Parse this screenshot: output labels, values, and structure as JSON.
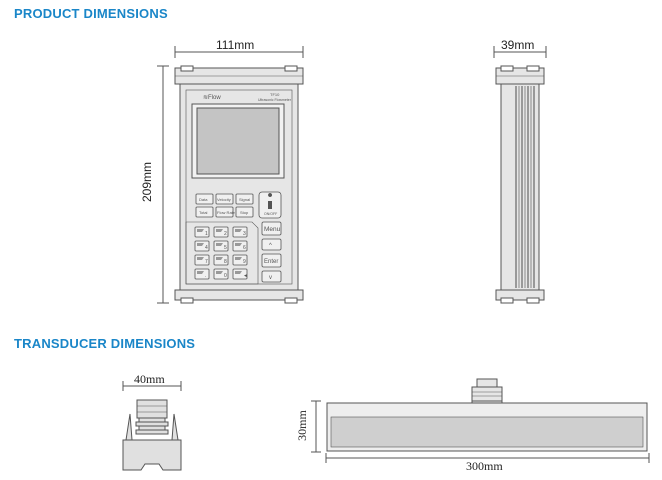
{
  "headings": {
    "product": "PRODUCT DIMENSIONS",
    "transducer": "TRANSDUCER DIMENSIONS"
  },
  "product": {
    "width_label": "111mm",
    "depth_label": "39mm",
    "height_label": "209mm",
    "device": {
      "brand": "≋Flow",
      "model": "TF10",
      "subtitle": "Ultrasonic Flowmeter",
      "func_keys_row1": [
        "Data",
        "Velocity",
        "Signal"
      ],
      "func_keys_row2": [
        "Total",
        "Flow Rate",
        "Stop"
      ],
      "power_label": "ON/OFF",
      "num_keys": [
        "1",
        "2",
        "3",
        "4",
        "5",
        "6",
        "7",
        "8",
        "9",
        ".",
        "0",
        "◄"
      ],
      "nav_keys": [
        "Menu",
        "^",
        "Enter",
        "v"
      ]
    }
  },
  "transducer": {
    "width_label": "40mm",
    "height_label": "30mm",
    "length_label": "300mm"
  },
  "colors": {
    "heading": "#1a86c8",
    "line": "#555555",
    "body_fill": "#e6e6e6",
    "screen_fill": "#c4c4c4"
  }
}
